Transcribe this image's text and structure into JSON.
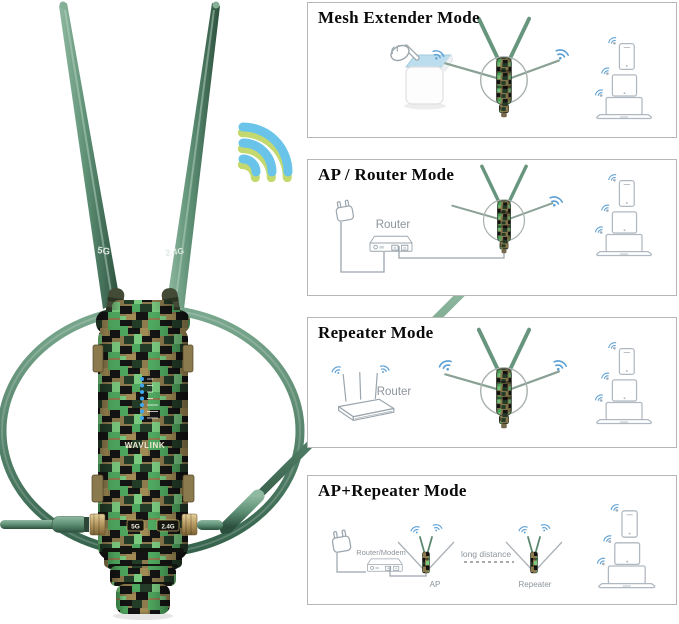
{
  "product": {
    "brand_logo": "WAVLINK",
    "antennas": {
      "top_left_label": "5G",
      "top_right_label": "2.4G",
      "bottom_left_label": "5G",
      "bottom_right_label": "2.4G"
    },
    "led_count": 7
  },
  "panels": [
    {
      "title": "Mesh Extender Mode"
    },
    {
      "title": "AP / Router Mode",
      "router_label": "Router"
    },
    {
      "title": "Repeater Mode",
      "router_label": "Router"
    },
    {
      "title": "AP+Repeater Mode",
      "router_label": "Router/Modem",
      "ap_label": "AP",
      "repeater_label": "Repeater",
      "distance_label": "long distance"
    }
  ],
  "colors": {
    "antenna_green": "#5d8f74",
    "signal_blue": "#6ac4ea",
    "signal_green": "#c3d96e",
    "wifi_icon_blue": "#5b9fd4",
    "camo_tan": "#8d7b4d",
    "camo_green": "#4fa85f",
    "camo_light_green": "#79c97f",
    "camo_dark_green": "#233c28",
    "camo_black": "#141414",
    "brass": "#b3975f",
    "diagram_gray": "#9aa5ad",
    "label_gray": "#8d949c",
    "panel_border": "#b5b5b5"
  }
}
